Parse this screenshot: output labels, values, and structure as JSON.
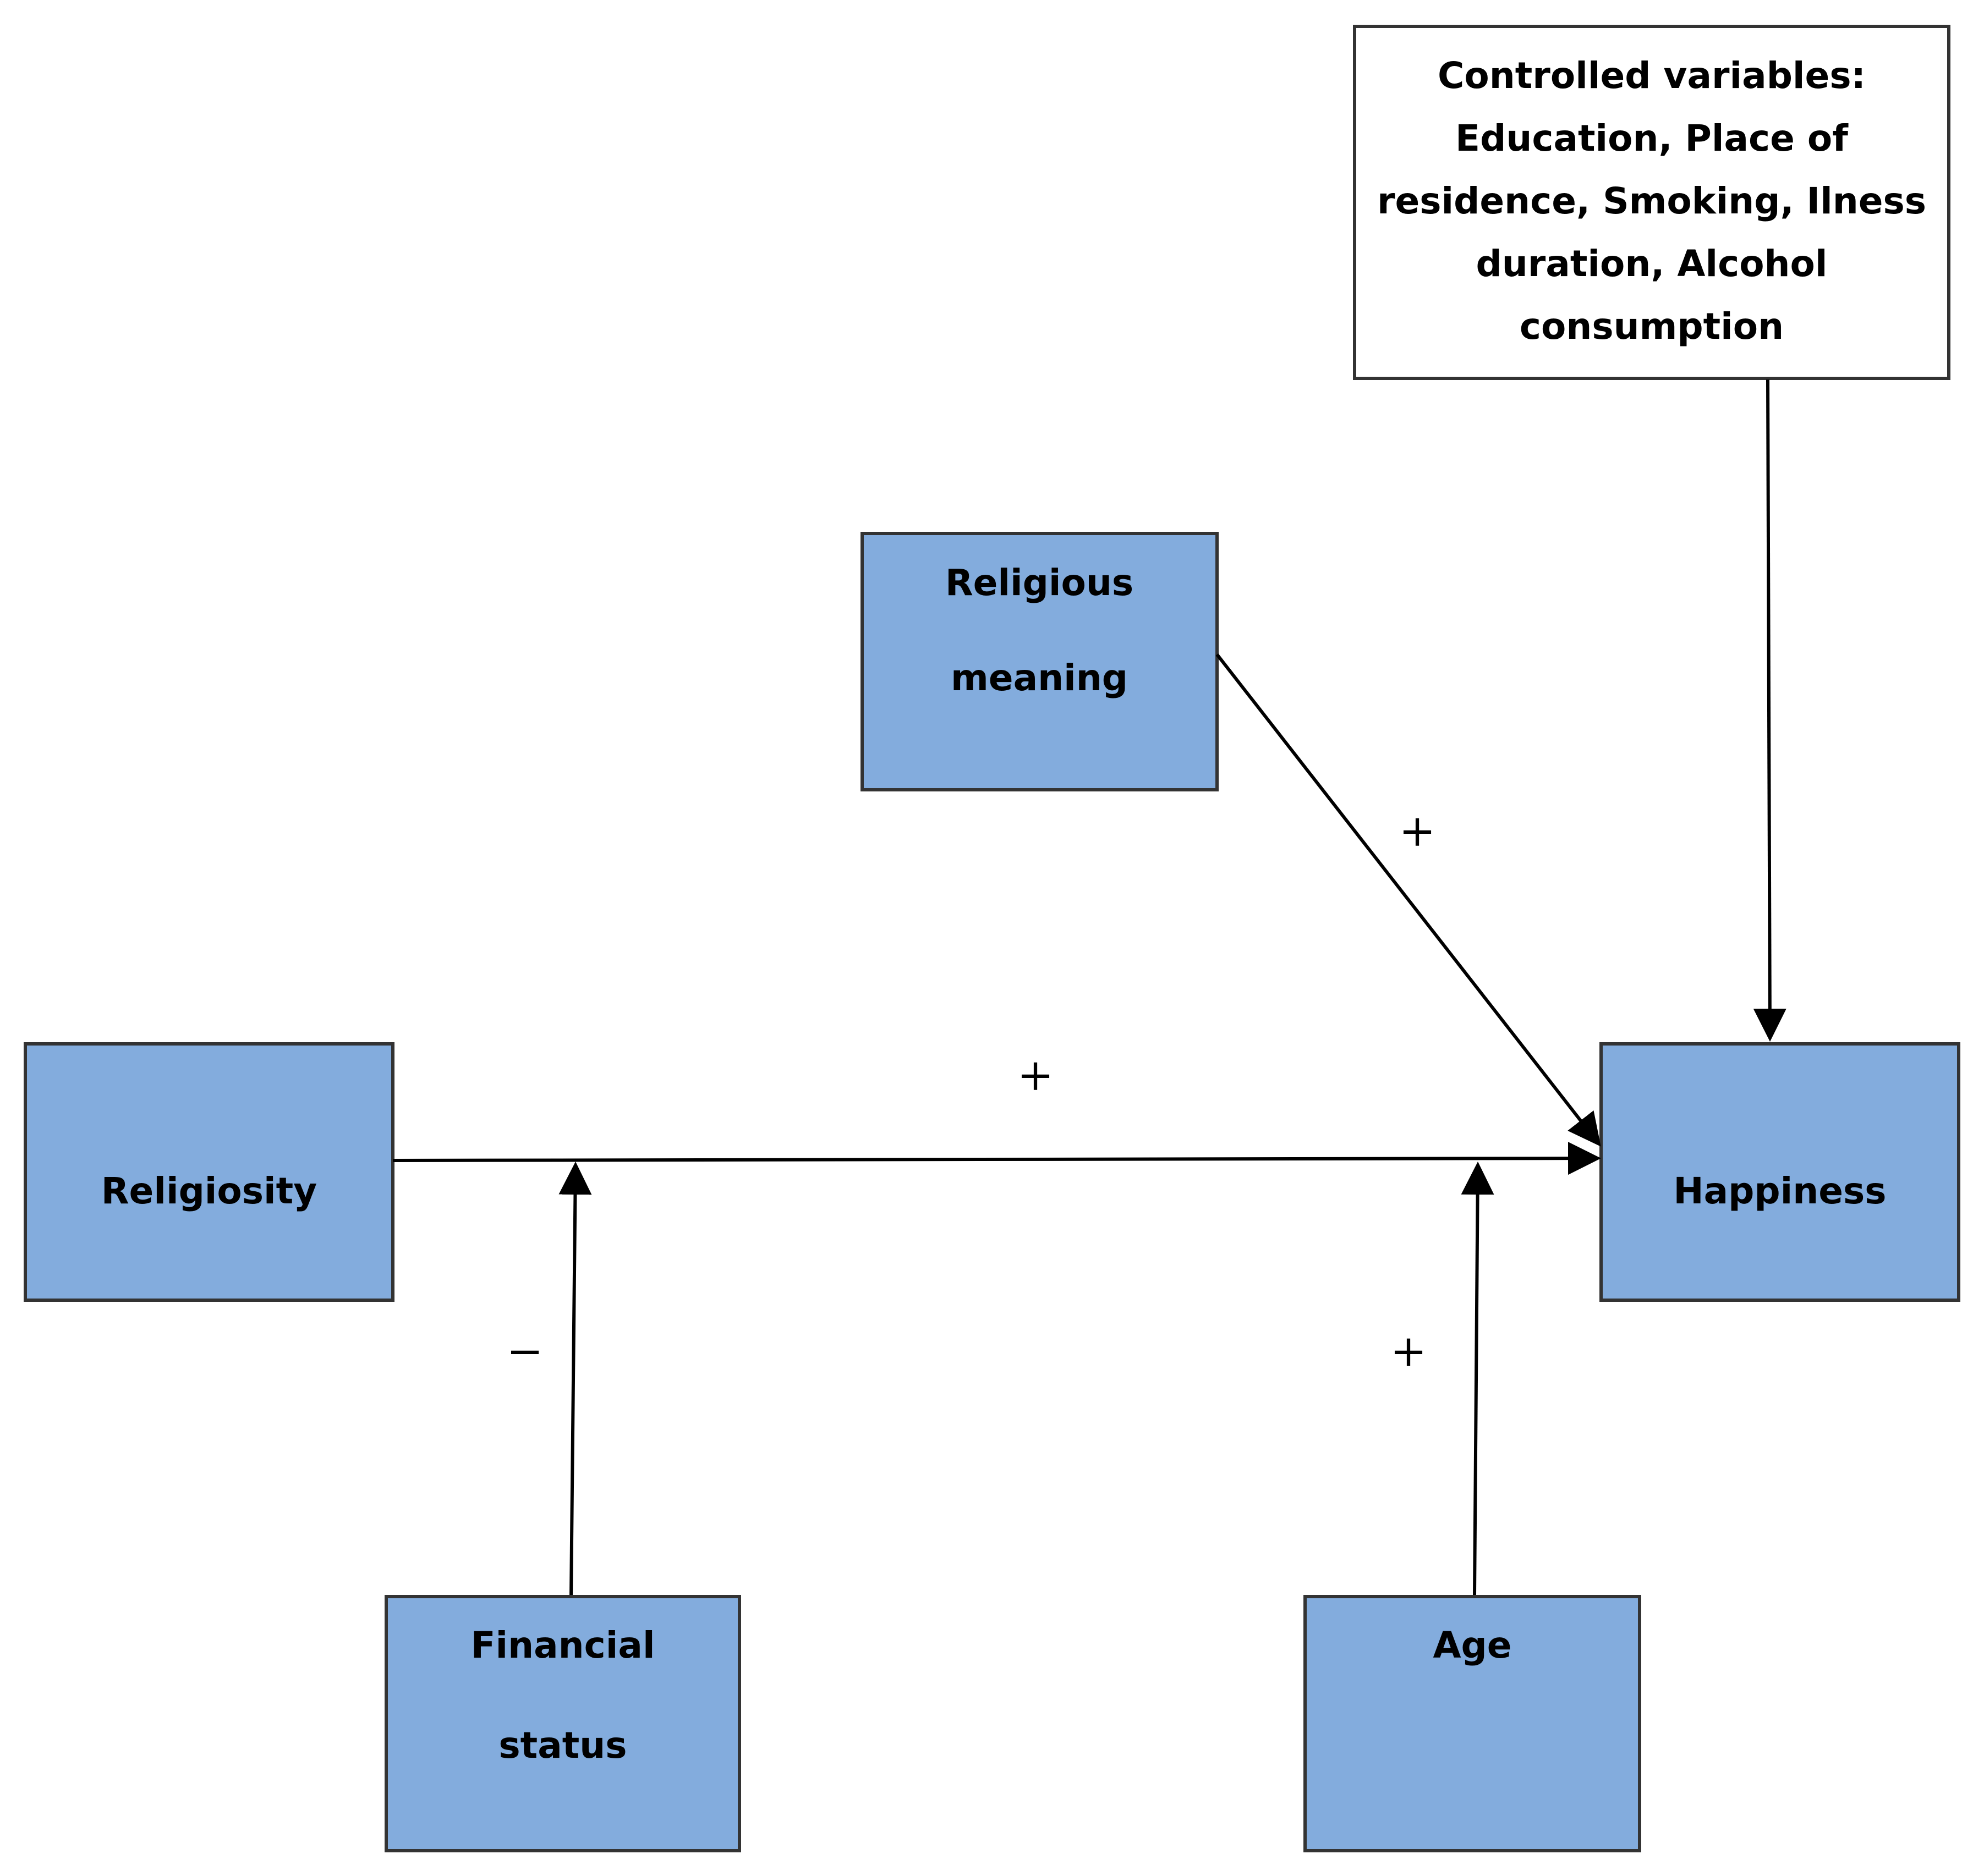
{
  "colors": {
    "box_fill": "#83acdd",
    "box_stroke": "#333333",
    "note_fill": "#ffffff",
    "arrow": "#000000"
  },
  "boxes": {
    "controlled": {
      "lines": [
        "Controlled variables:",
        "Education,  Place of",
        "residence, Smoking, Ilness",
        "duration, Alcohol",
        "consumption"
      ]
    },
    "religious_meaning": {
      "lines": [
        "Religious",
        "meaning"
      ]
    },
    "religiosity": {
      "lines": [
        "Religiosity"
      ]
    },
    "happiness": {
      "lines": [
        "Happiness"
      ]
    },
    "financial_status": {
      "lines": [
        "Financial",
        "status"
      ]
    },
    "age": {
      "lines": [
        "Age"
      ]
    }
  },
  "signs": {
    "meaning_to_happiness": "+",
    "religiosity_to_happiness": "+",
    "financial_moderation": "−",
    "age_moderation": "+"
  }
}
